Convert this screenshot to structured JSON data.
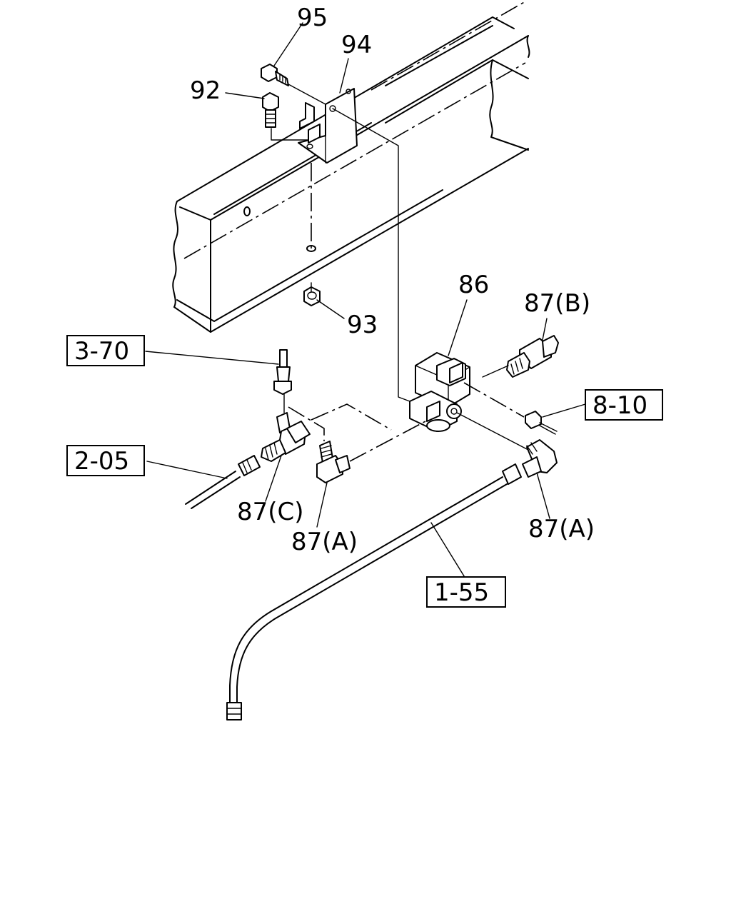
{
  "labels": {
    "p95": "95",
    "p94": "94",
    "p92": "92",
    "p93": "93",
    "p86": "86",
    "p87b": "87(B)",
    "p87c": "87(C)",
    "p87a_left": "87(A)",
    "p87a_right": "87(A)"
  },
  "refs": {
    "r370": "3-70",
    "r205": "2-05",
    "r810": "8-10",
    "r155": "1-55"
  }
}
